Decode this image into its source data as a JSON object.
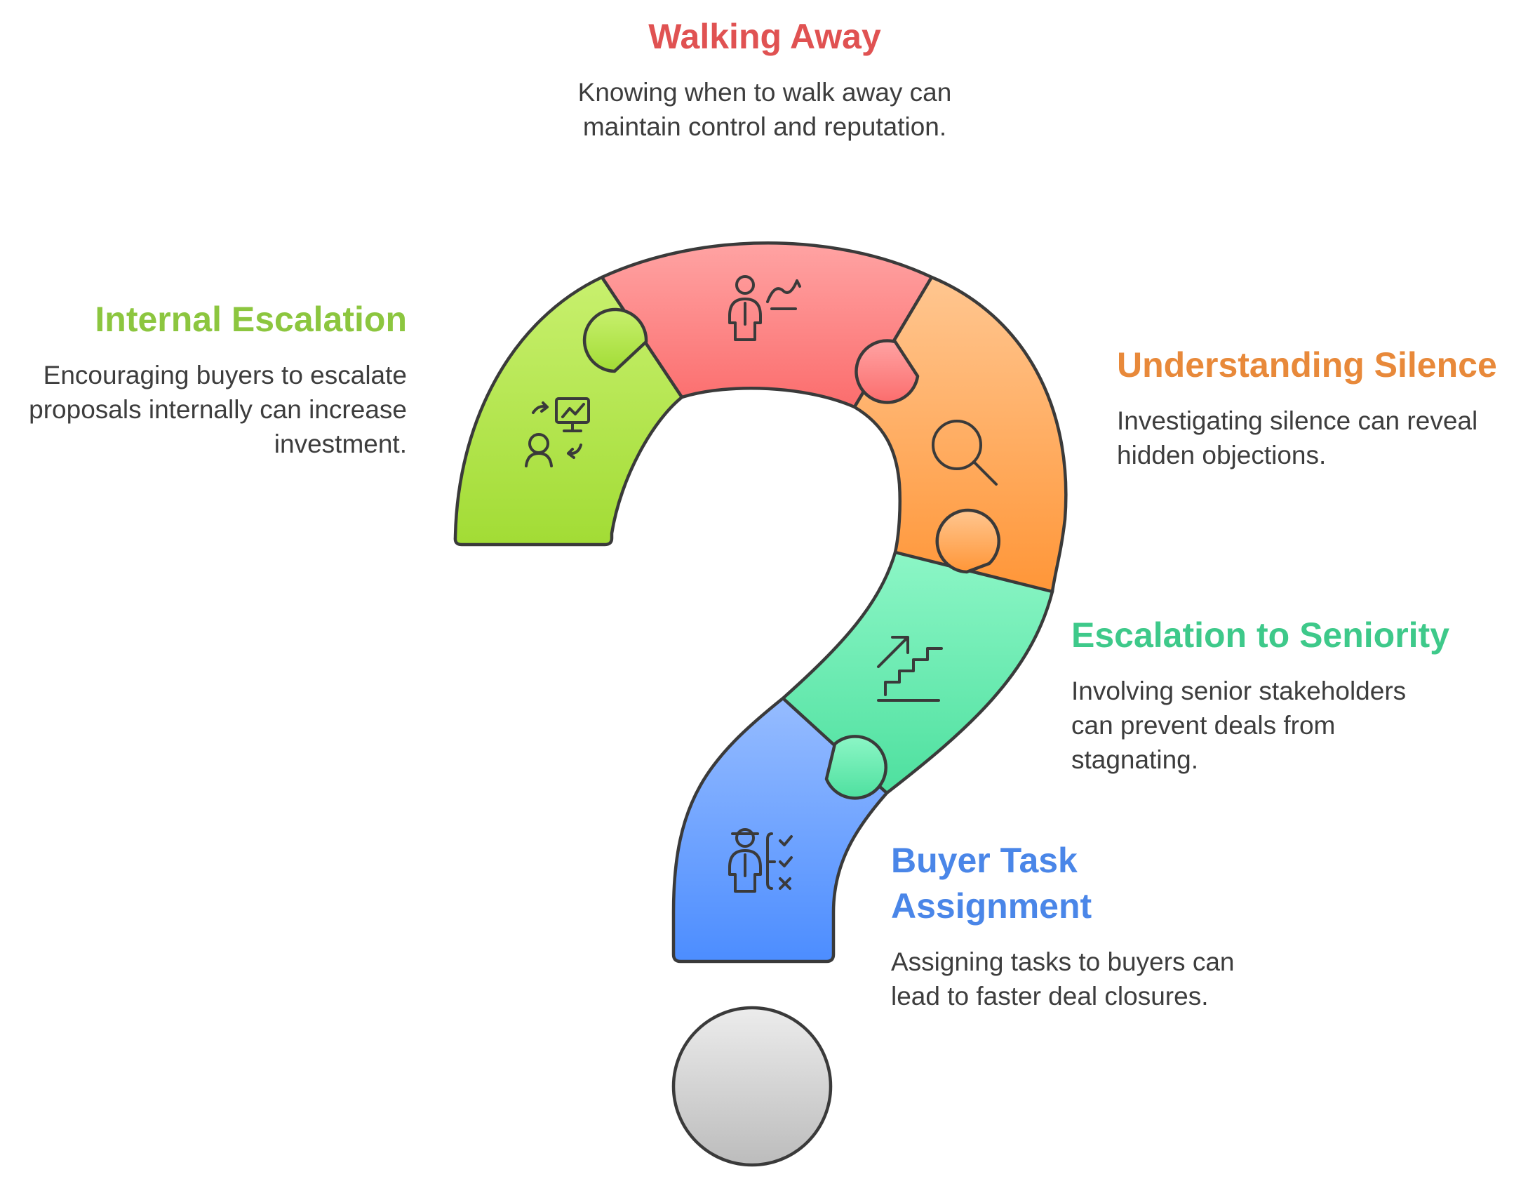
{
  "items": [
    {
      "key": "walking-away",
      "title": "Walking Away",
      "description": "Knowing when to walk away can maintain control and reputation.",
      "color": "#e05252",
      "icon": "person-walking-away-icon"
    },
    {
      "key": "internal-escalation",
      "title": "Internal Escalation",
      "description": "Encouraging buyers to escalate proposals internally can increase investment.",
      "color": "#8cc63f",
      "icon": "person-presentation-icon"
    },
    {
      "key": "understanding-silence",
      "title": "Understanding Silence",
      "description": "Investigating silence can reveal hidden objections.",
      "color": "#e8893a",
      "icon": "magnifier-icon"
    },
    {
      "key": "escalation-to-seniority",
      "title": "Escalation to Seniority",
      "description": "Involving senior stakeholders can prevent deals from stagnating.",
      "color": "#3ec98a",
      "icon": "stairs-up-icon"
    },
    {
      "key": "buyer-task-assignment",
      "title": "Buyer Task Assignment",
      "description": "Assigning tasks to buyers can lead to faster deal closures.",
      "color": "#4a86e8",
      "icon": "person-checklist-icon"
    }
  ],
  "colors": {
    "outline": "#3a3a3a",
    "green_light": "#c8f06e",
    "green_dark": "#a2dc35",
    "red_light": "#ffa3a3",
    "red_dark": "#fb6d6d",
    "orange_light": "#ffc690",
    "orange_dark": "#ff9638",
    "mint_light": "#8cf6c6",
    "mint_dark": "#4ee09f",
    "blue_light": "#96bcff",
    "blue_dark": "#4c8dff",
    "dot_light": "#ececec",
    "dot_dark": "#bcbcbc"
  }
}
